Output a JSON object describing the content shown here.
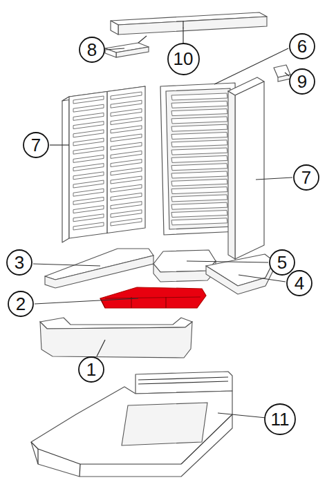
{
  "diagram": {
    "nodes": [
      {
        "text": [
          "6"
        ]
      },
      {
        "text": [
          "8"
        ]
      },
      {
        "text": [
          "10"
        ]
      },
      {
        "text": [
          "9"
        ]
      },
      {
        "text": [
          "7"
        ]
      },
      {
        "text": [
          "7"
        ]
      },
      {
        "text": [
          "3"
        ]
      },
      {
        "text": [
          "5"
        ]
      },
      {
        "text": [
          "4"
        ]
      },
      {
        "text": [
          "2"
        ]
      },
      {
        "text": [
          "1"
        ]
      },
      {
        "text": [
          "11"
        ]
      }
    ]
  }
}
